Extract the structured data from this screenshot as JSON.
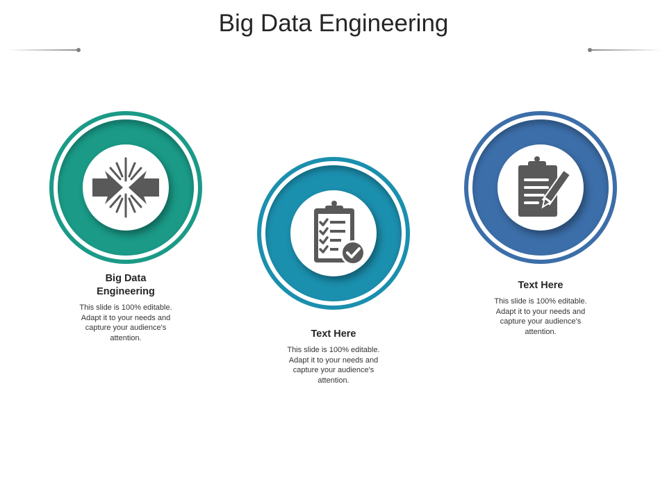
{
  "slide": {
    "title": "Big Data Engineering"
  },
  "colors": {
    "teal": "#1a9a87",
    "cyan": "#1b8fae",
    "blue": "#3c6ea9",
    "icon_gray": "#595959"
  },
  "items": [
    {
      "icon": "collision-arrows-icon",
      "heading": "Big Data Engineering",
      "heading_line1": "Big Data",
      "heading_line2": "Engineering",
      "body": "This slide is 100% editable. Adapt it to your needs and capture your audience's attention."
    },
    {
      "icon": "checklist-clipboard-icon",
      "heading": "Text Here",
      "body": "This slide is 100% editable. Adapt it to your needs and capture your audience's attention."
    },
    {
      "icon": "clipboard-pencil-icon",
      "heading": "Text Here",
      "body": "This slide is 100% editable. Adapt it to your needs and capture your audience's attention."
    }
  ]
}
